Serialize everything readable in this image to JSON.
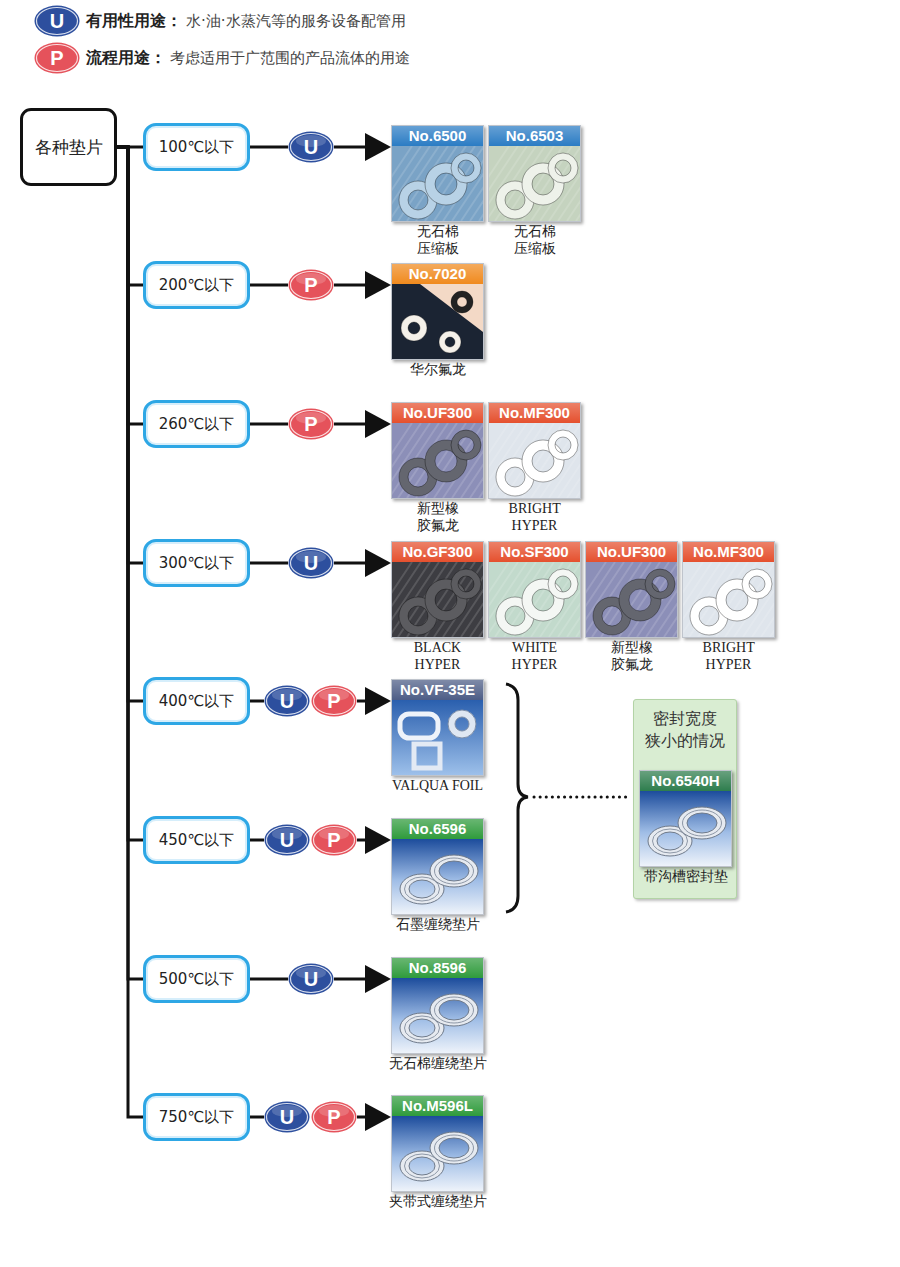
{
  "diagram": {
    "nodes": [
      {
        "text": [
          "各种垫片"
        ]
      },
      {
        "text": [
          "100℃以下"
        ]
      },
      {
        "text": [
          "U"
        ]
      },
      {
        "text": [
          "No.6500",
          "无石棉 压缩板"
        ]
      },
      {
        "text": [
          "No.6503",
          "无石棉 压缩板"
        ]
      },
      {
        "text": [
          "200℃以下"
        ]
      },
      {
        "text": [
          "P"
        ]
      },
      {
        "text": [
          "No.7020",
          "华尔氟龙"
        ]
      },
      {
        "text": [
          "260℃以下"
        ]
      },
      {
        "text": [
          "P"
        ]
      },
      {
        "text": [
          "No.UF300",
          "新型橡 胶氟龙"
        ]
      },
      {
        "text": [
          "No.MF300",
          "BRIGHT HYPER"
        ]
      },
      {
        "text": [
          "300℃以下"
        ]
      },
      {
        "text": [
          "U"
        ]
      },
      {
        "text": [
          "No.GF300",
          "BLACK HYPER"
        ]
      },
      {
        "text": [
          "No.SF300",
          "WHITE HYPER"
        ]
      },
      {
        "text": [
          "No.UF300",
          "新型橡 胶氟龙"
        ]
      },
      {
        "text": [
          "No.MF300",
          "BRIGHT HYPER"
        ]
      },
      {
        "text": [
          "400℃以下"
        ]
      },
      {
        "text": [
          "U"
        ]
      },
      {
        "text": [
          "P"
        ]
      },
      {
        "text": [
          "No.VF-35E",
          "VALQUA FOIL"
        ]
      },
      {
        "text": [
          "450℃以下"
        ]
      },
      {
        "text": [
          "U"
        ]
      },
      {
        "text": [
          "P"
        ]
      },
      {
        "text": [
          "No.6596",
          "石墨缠绕垫片"
        ]
      },
      {
        "text": [
          "500℃以下"
        ]
      },
      {
        "text": [
          "U"
        ]
      },
      {
        "text": [
          "No.8596",
          "无石棉缠绕垫片"
        ]
      },
      {
        "text": [
          "750℃以下"
        ]
      },
      {
        "text": [
          "U"
        ]
      },
      {
        "text": [
          "P"
        ]
      },
      {
        "text": [
          "No.M596L",
          "夹带式缠绕垫片"
        ]
      },
      {
        "text": [
          "密封宽度 狭小的情况"
        ]
      },
      {
        "text": [
          "No.6540H",
          "带沟槽密封垫"
        ],
        "in": 33
      }
    ],
    "edges": [
      {
        "from": 0,
        "to": 1,
        "arrow": "none"
      },
      {
        "from": 0,
        "to": 5,
        "arrow": "none"
      },
      {
        "from": 0,
        "to": 8,
        "arrow": "none"
      },
      {
        "from": 0,
        "to": 12,
        "arrow": "none"
      },
      {
        "from": 0,
        "to": 18,
        "arrow": "none"
      },
      {
        "from": 0,
        "to": 22,
        "arrow": "none"
      },
      {
        "from": 0,
        "to": 26,
        "arrow": "none"
      },
      {
        "from": 0,
        "to": 29,
        "arrow": "none"
      },
      {
        "from": 1,
        "to": 2,
        "arrow": "none"
      },
      {
        "from": 5,
        "to": 6,
        "arrow": "none"
      },
      {
        "from": 8,
        "to": 9,
        "arrow": "none"
      },
      {
        "from": 12,
        "to": 13,
        "arrow": "none"
      },
      {
        "from": 18,
        "to": 19,
        "arrow": "none"
      },
      {
        "from": 22,
        "to": 23,
        "arrow": "none"
      },
      {
        "from": 26,
        "to": 27,
        "arrow": "none"
      },
      {
        "from": 29,
        "to": 30,
        "arrow": "none"
      },
      {
        "from": 2,
        "to": 3,
        "arrow": "to"
      },
      {
        "from": 6,
        "to": 7,
        "arrow": "to"
      },
      {
        "from": 9,
        "to": 10,
        "arrow": "to"
      },
      {
        "from": 13,
        "to": 14,
        "arrow": "to"
      },
      {
        "from": 20,
        "to": 21,
        "arrow": "to"
      },
      {
        "from": 24,
        "to": 25,
        "arrow": "to"
      },
      {
        "from": 27,
        "to": 28,
        "arrow": "to"
      },
      {
        "from": 31,
        "to": 32,
        "arrow": "to"
      }
    ],
    "labels": [
      "U",
      "水·油·水蒸汽等的服务设备配管用",
      "P",
      "考虑适用于广范围的产品流体的用途"
    ],
    "legend": [
      {
        "text": "有用性用途：",
        "color": "#2d4f9e"
      },
      {
        "text": "流程用途：",
        "color": "#e5525b"
      }
    ]
  }
}
